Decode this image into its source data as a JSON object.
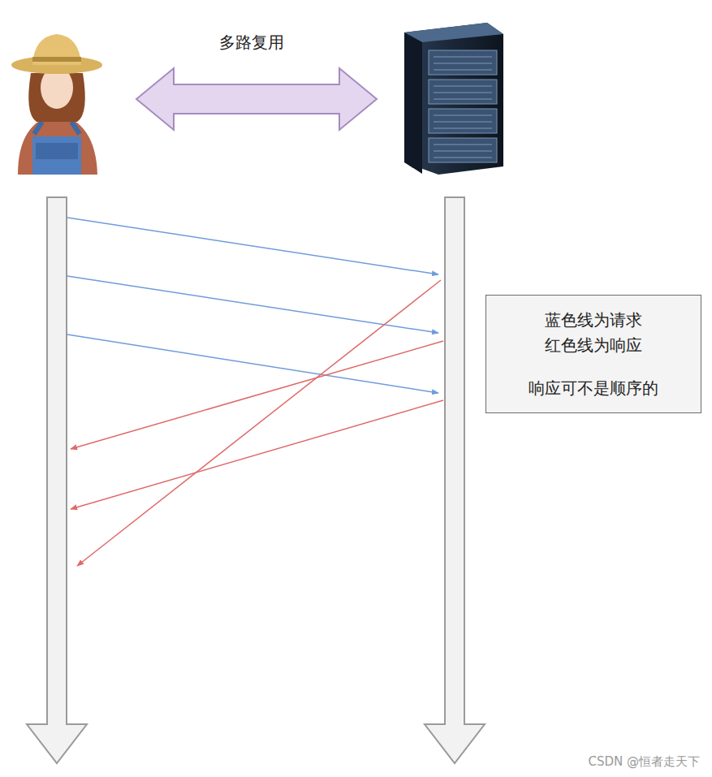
{
  "diagram": {
    "nodes": [
      {
        "text": [
          "蓝色线为请求 红色线为响应",
          "响应可不是顺序的"
        ]
      }
    ],
    "labels": [
      "多路复用",
      "CSDN @恒者走天下"
    ]
  }
}
